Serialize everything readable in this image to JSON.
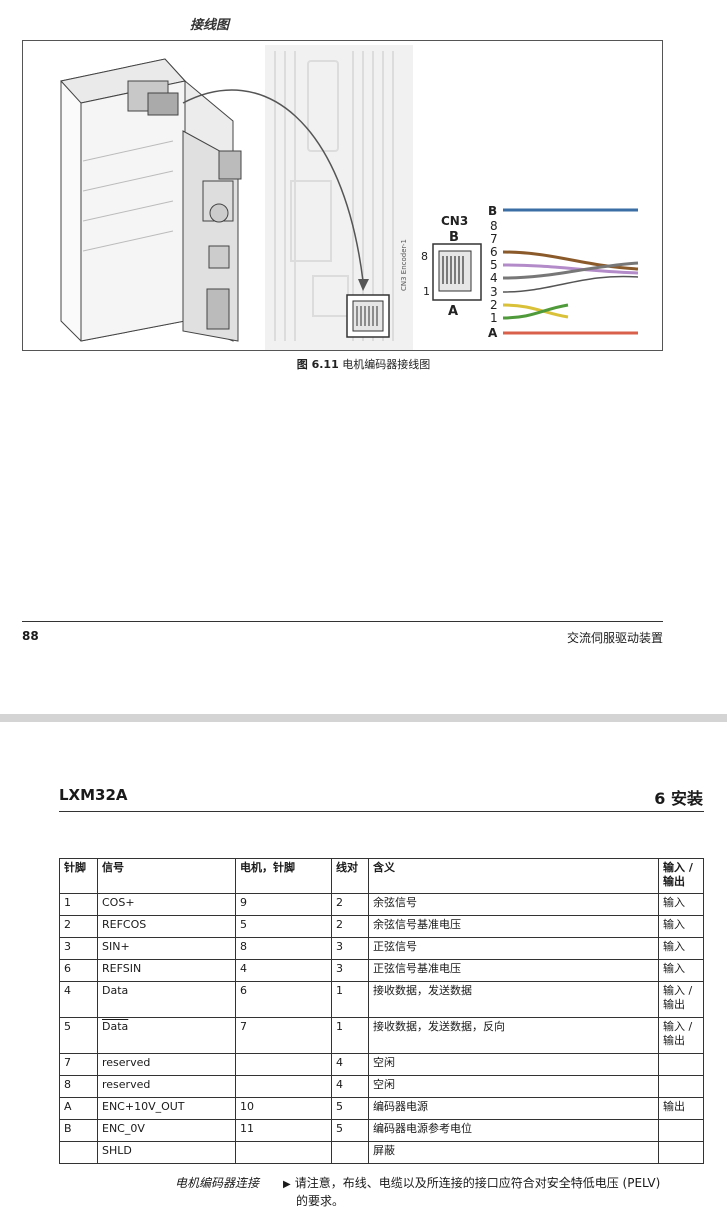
{
  "page1": {
    "section_label": "接线图",
    "figure": {
      "connector_title": "CN3",
      "connector_top_letter": "B",
      "connector_bottom_letter": "A",
      "pin_high": "8",
      "pin_low": "1",
      "board_label": "CN3 Encoder-1",
      "wire_labels": [
        "B",
        "8",
        "7",
        "6",
        "5",
        "4",
        "3",
        "2",
        "1",
        "A"
      ]
    },
    "caption_number": "图 6.11",
    "caption_text": "电机编码器接线图",
    "page_number": "88",
    "footer_title": "交流伺服驱动装置"
  },
  "page2": {
    "header_left": "LXM32A",
    "header_right": "6 安装",
    "table": {
      "headers": [
        "针脚",
        "信号",
        "电机，针脚",
        "线对",
        "含义",
        "输入 / 输出"
      ],
      "rows": [
        [
          "1",
          "COS+",
          "9",
          "2",
          "余弦信号",
          "输入"
        ],
        [
          "2",
          "REFCOS",
          "5",
          "2",
          "余弦信号基准电压",
          "输入"
        ],
        [
          "3",
          "SIN+",
          "8",
          "3",
          "正弦信号",
          "输入"
        ],
        [
          "6",
          "REFSIN",
          "4",
          "3",
          "正弦信号基准电压",
          "输入"
        ],
        [
          "4",
          "Data",
          "6",
          "1",
          "接收数据，发送数据",
          "输入 / 输出"
        ],
        [
          "5",
          "Data",
          "7",
          "1",
          "接收数据，发送数据，反向",
          "输入 / 输出"
        ],
        [
          "7",
          "reserved",
          "",
          "4",
          "空闲",
          ""
        ],
        [
          "8",
          "reserved",
          "",
          "4",
          "空闲",
          ""
        ],
        [
          "A",
          "ENC+10V_OUT",
          "10",
          "5",
          "编码器电源",
          "输出"
        ],
        [
          "B",
          "ENC_0V",
          "11",
          "5",
          "编码器电源参考电位",
          ""
        ],
        [
          "",
          "SHLD",
          "",
          "",
          "屏蔽",
          ""
        ]
      ]
    },
    "note_label": "电机编码器连接",
    "note_text": "请注意，布线、电缆以及所连接的接口应符合对安全特低电压 (PELV)",
    "note_text_cont": "的要求。"
  }
}
